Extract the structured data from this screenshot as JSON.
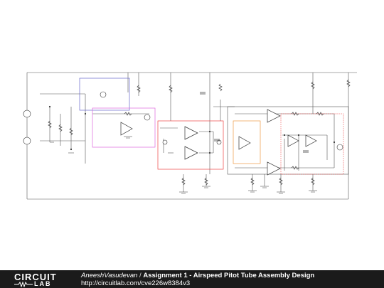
{
  "footer": {
    "logo_top": "CIRCUIT",
    "logo_bottom": "LAB",
    "author": "AneeshVasudevan",
    "separator": " / ",
    "title": "Assignment 1 - Airspeed Pitot Tube Assembly Design",
    "url": "http://circuitlab.com/cve226w8384v3"
  },
  "colors": {
    "footer_bg": "#1b1b1b",
    "wire": "#555555",
    "box_blue": "#6666cc",
    "box_magenta": "#dd66dd",
    "box_red": "#ee4444",
    "box_orange": "#ee9944"
  }
}
